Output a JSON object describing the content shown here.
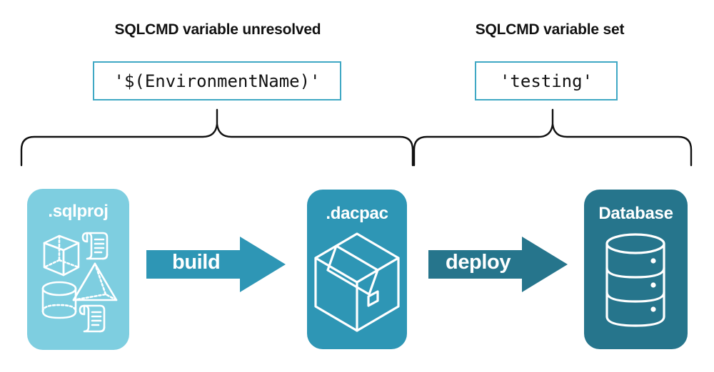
{
  "diagram": {
    "title_left": "SQLCMD variable unresolved",
    "title_right": "SQLCMD variable set",
    "code_left": "'$(EnvironmentName)'",
    "code_right": "'testing'",
    "stages": [
      {
        "id": "sqlproj",
        "label": ".sqlproj",
        "color": "#7ecee0",
        "icons": [
          "cube-icon",
          "scroll-icon",
          "pyramid-icon",
          "cylinder-icon",
          "scroll-icon"
        ]
      },
      {
        "id": "dacpac",
        "label": ".dacpac",
        "color": "#2e96b5",
        "icons": [
          "package-box-icon"
        ]
      },
      {
        "id": "database",
        "label": "Database",
        "color": "#26758c",
        "icons": [
          "database-cylinder-icon"
        ]
      }
    ],
    "arrows": [
      {
        "id": "build",
        "label": "build",
        "color": "#2e96b5"
      },
      {
        "id": "deploy",
        "label": "deploy",
        "color": "#26758c"
      }
    ],
    "braces": [
      {
        "id": "brace-left",
        "spans": "sqlproj-to-dacpac"
      },
      {
        "id": "brace-right",
        "spans": "dacpac-to-database"
      }
    ],
    "colors": {
      "accent_border": "#3fa8c4",
      "light_teal": "#7ecee0",
      "mid_teal": "#2e96b5",
      "dark_teal": "#26758c",
      "text": "#111111",
      "background": "#ffffff"
    }
  }
}
